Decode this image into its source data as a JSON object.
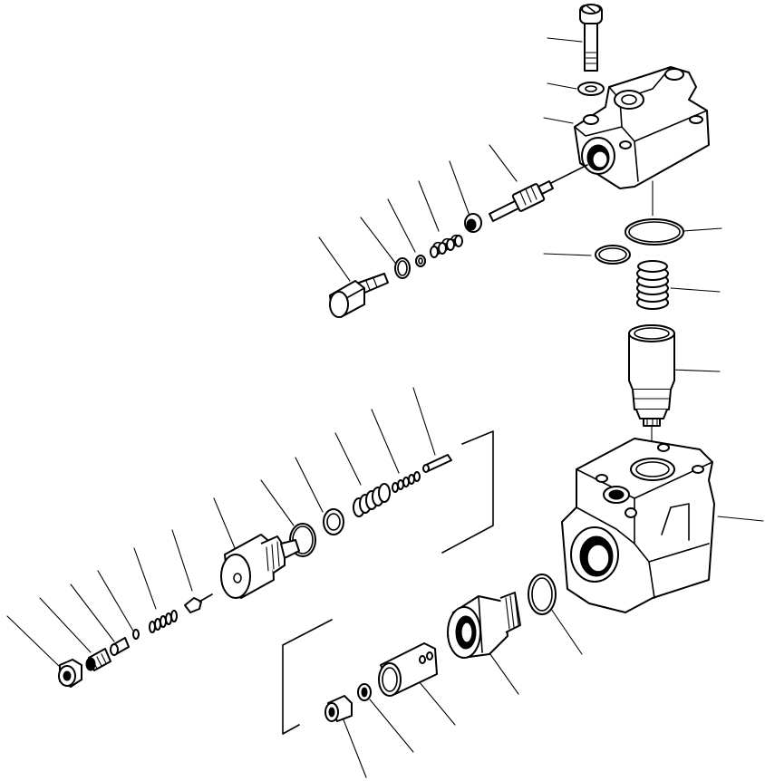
{
  "figure": {
    "background": "#ffffff",
    "line_color": "#000000"
  },
  "parts": [
    {
      "id": "top-bolt",
      "icon": "bolt-icon"
    },
    {
      "id": "top-washer",
      "icon": "washer-icon"
    },
    {
      "id": "upper-valve-body",
      "icon": "valve-body-icon"
    },
    {
      "id": "upper-needle-valve",
      "icon": "needle-valve-icon"
    },
    {
      "id": "upper-ball-seat",
      "icon": "seat-icon"
    },
    {
      "id": "upper-small-spring",
      "icon": "spring-icon"
    },
    {
      "id": "upper-small-ring",
      "icon": "ring-icon"
    },
    {
      "id": "upper-oring",
      "icon": "o-ring-icon"
    },
    {
      "id": "upper-plug",
      "icon": "plug-icon"
    },
    {
      "id": "large-oring",
      "icon": "o-ring-icon"
    },
    {
      "id": "small-oring",
      "icon": "o-ring-icon"
    },
    {
      "id": "main-spring",
      "icon": "spring-icon"
    },
    {
      "id": "spool",
      "icon": "spool-icon"
    },
    {
      "id": "lower-valve-body",
      "icon": "valve-body-icon"
    },
    {
      "id": "lower-pin",
      "icon": "pin-icon"
    },
    {
      "id": "lower-spring-a",
      "icon": "spring-icon"
    },
    {
      "id": "lower-spring-b",
      "icon": "spring-icon"
    },
    {
      "id": "backup-ring",
      "icon": "ring-icon"
    },
    {
      "id": "lower-oring",
      "icon": "o-ring-icon"
    },
    {
      "id": "cap-assembly",
      "icon": "cap-icon"
    },
    {
      "id": "small-poppet",
      "icon": "poppet-icon"
    },
    {
      "id": "left-spring",
      "icon": "spring-icon"
    },
    {
      "id": "left-small-ring",
      "icon": "ring-icon"
    },
    {
      "id": "left-seat",
      "icon": "seat-icon"
    },
    {
      "id": "adjust-screw",
      "icon": "screw-icon"
    },
    {
      "id": "lock-nut",
      "icon": "nut-icon"
    },
    {
      "id": "body-oring",
      "icon": "o-ring-icon"
    },
    {
      "id": "sleeve-nut",
      "icon": "sleeve-nut-icon"
    },
    {
      "id": "sleeve",
      "icon": "sleeve-icon"
    },
    {
      "id": "small-washer",
      "icon": "washer-icon"
    },
    {
      "id": "small-plug",
      "icon": "plug-icon"
    }
  ]
}
